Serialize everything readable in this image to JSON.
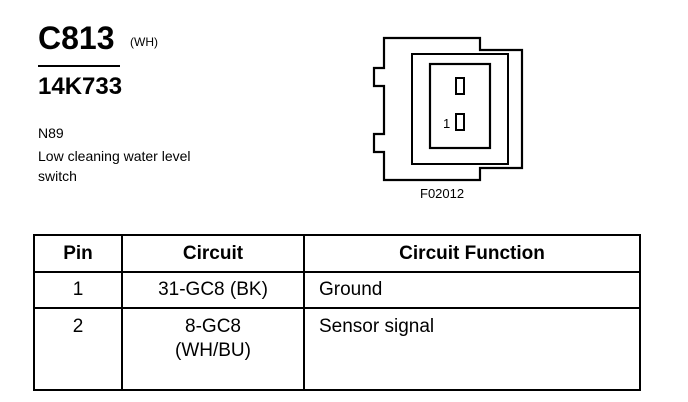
{
  "connector": {
    "id": "C813",
    "color": "(WH)",
    "part_number": "14K733",
    "location_code": "N89",
    "description": "Low cleaning water level switch",
    "figure_code": "F02012",
    "pin_label": "1"
  },
  "table": {
    "headers": {
      "pin": "Pin",
      "circuit": "Circuit",
      "function": "Circuit Function"
    },
    "rows": [
      {
        "pin": "1",
        "circuit_line1": "31-GC8 (BK)",
        "circuit_line2": "",
        "function": "Ground"
      },
      {
        "pin": "2",
        "circuit_line1": "8-GC8",
        "circuit_line2": "(WH/BU)",
        "function": "Sensor signal"
      }
    ]
  }
}
